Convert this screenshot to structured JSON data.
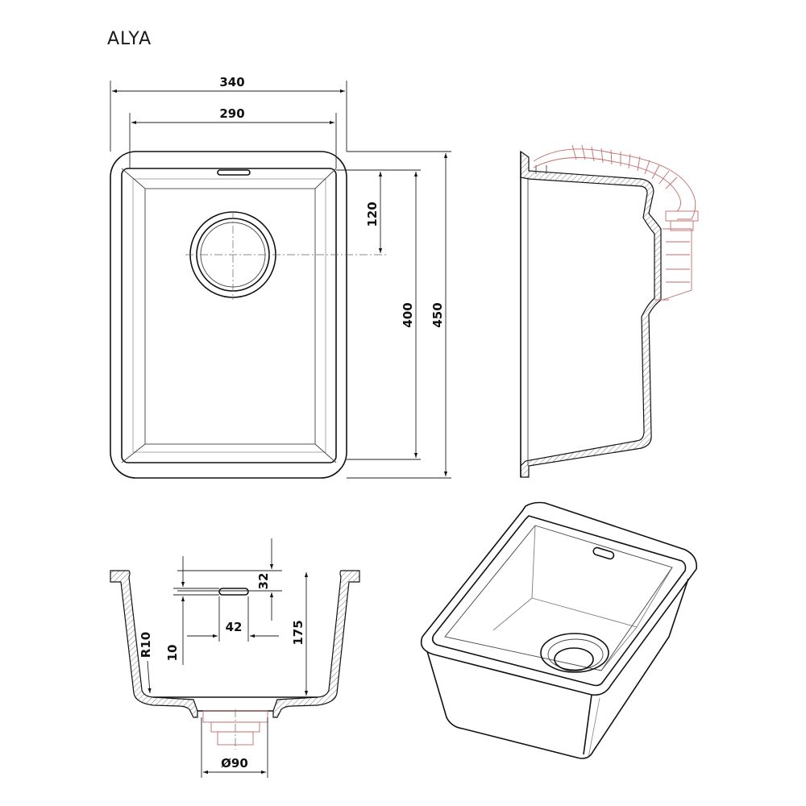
{
  "title": "ALYA",
  "dimensions": {
    "outer_width": "340",
    "inner_width": "290",
    "drain_offset": "120",
    "inner_length": "400",
    "outer_length": "450",
    "rim_height": "32",
    "slot_width": "42",
    "slot_height": "10",
    "corner_radius": "R10",
    "bowl_depth": "175",
    "drain_diameter": "Ø90"
  },
  "colors": {
    "line": "#111111",
    "plumbing": "#c46a6a"
  }
}
